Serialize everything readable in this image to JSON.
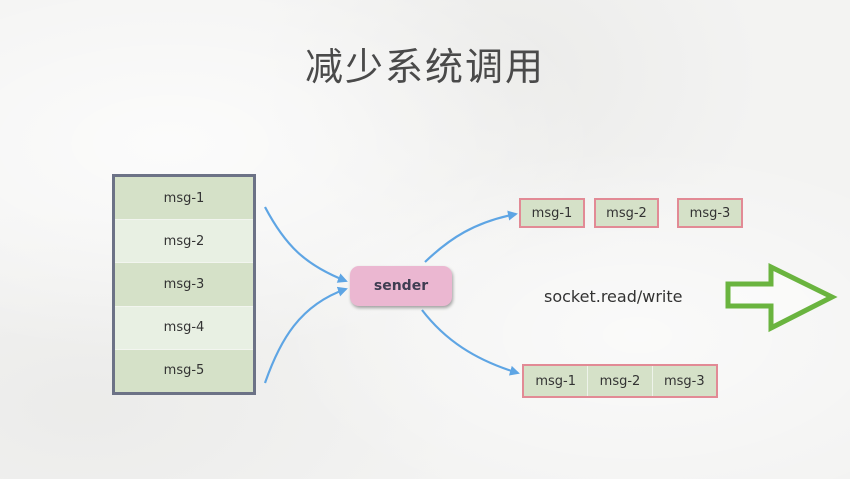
{
  "title": "减少系统调用",
  "queue": {
    "items": [
      "msg-1",
      "msg-2",
      "msg-3",
      "msg-4",
      "msg-5"
    ]
  },
  "sender": {
    "label": "sender"
  },
  "separate_messages": [
    "msg-1",
    "msg-2",
    "msg-3"
  ],
  "batched_messages": [
    "msg-1",
    "msg-2",
    "msg-3"
  ],
  "socket_label": "socket.read/write",
  "colors": {
    "arrow_blue": "#5ea5e4",
    "big_arrow_green": "#6ab43f",
    "queue_border": "#6c7286",
    "msg_border": "#e28a95",
    "msg_fill": "#d5e1c8",
    "sender_fill": "#ebb7d1"
  }
}
